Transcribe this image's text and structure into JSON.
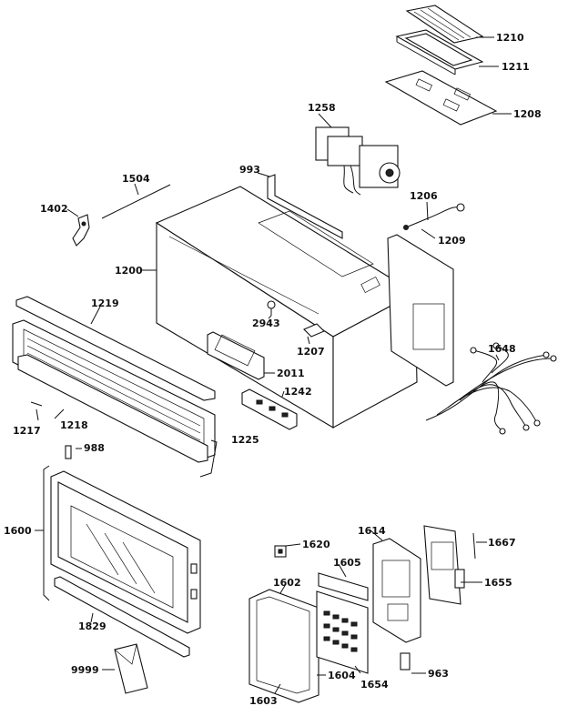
{
  "diagram": {
    "labels": {
      "p1210": "1210",
      "p1211": "1211",
      "p1208": "1208",
      "p1258": "1258",
      "p1504": "1504",
      "p993": "993",
      "p1402": "1402",
      "p1206": "1206",
      "p1209": "1209",
      "p1200": "1200",
      "p1219": "1219",
      "p2943": "2943",
      "p1207": "1207",
      "p1648": "1648",
      "p2011": "2011",
      "p1242": "1242",
      "p1217": "1217",
      "p1218": "1218",
      "p1225": "1225",
      "p988": "988",
      "p1600": "1600",
      "p1620": "1620",
      "p1614": "1614",
      "p1667": "1667",
      "p1605": "1605",
      "p1655": "1655",
      "p1602": "1602",
      "p1829": "1829",
      "p9999": "9999",
      "p1654": "1654",
      "p1604": "1604",
      "p963": "963",
      "p1603": "1603"
    }
  }
}
